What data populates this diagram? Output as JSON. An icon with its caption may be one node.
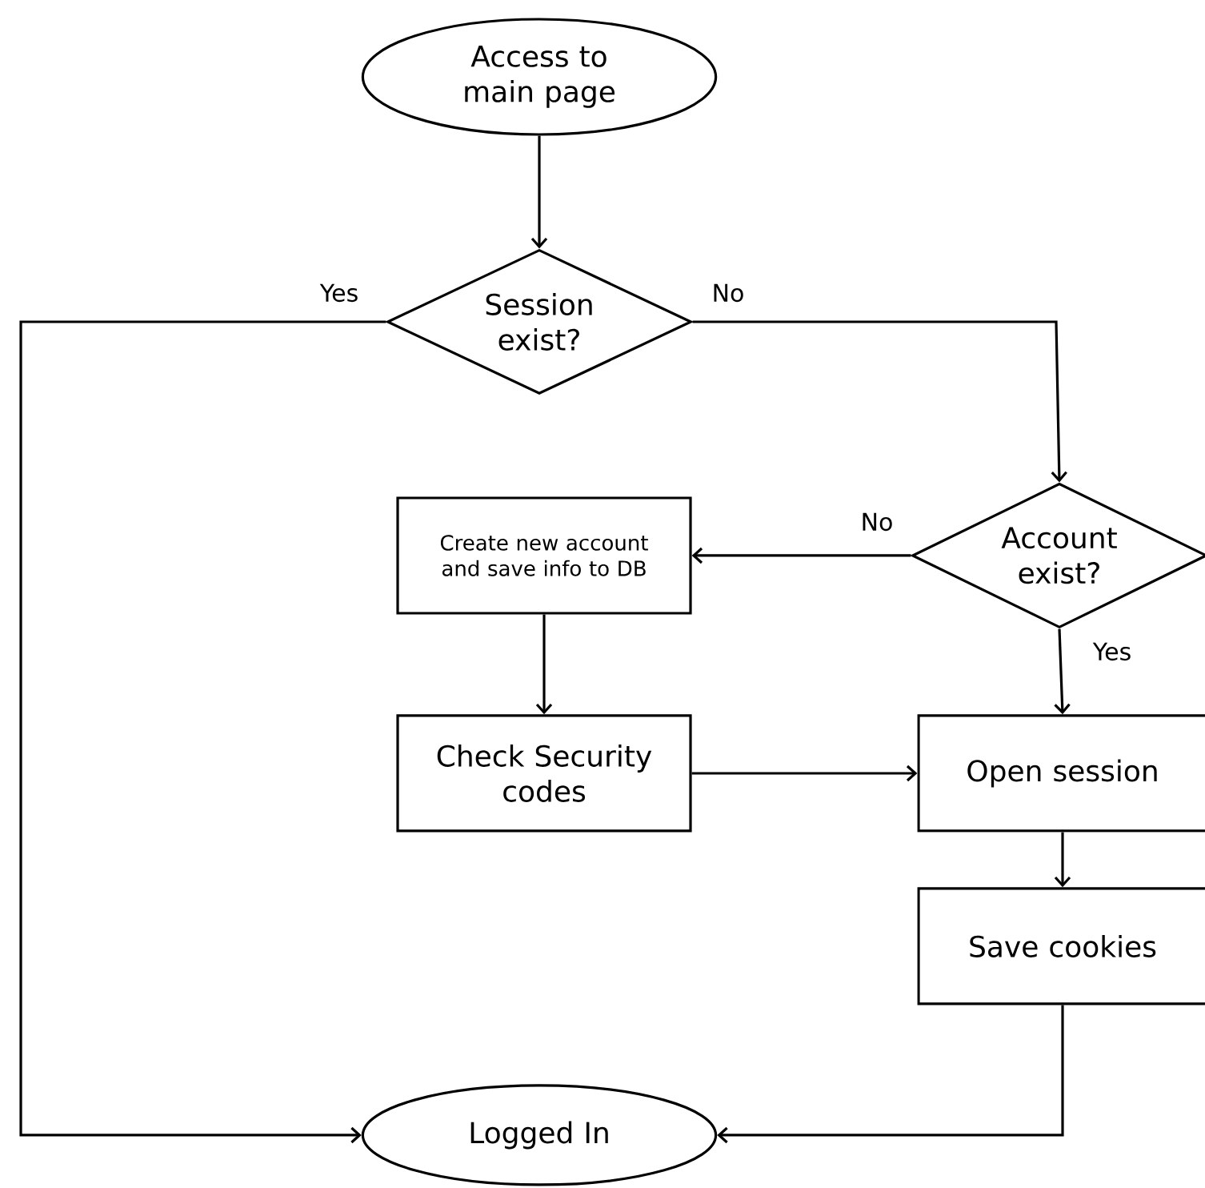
{
  "diagram": {
    "nodes": [
      {
        "text": [
          "Access to main page"
        ]
      },
      {
        "text": [
          "Session exist?"
        ]
      },
      {
        "text": [
          "Create new account and save info to DB"
        ]
      },
      {
        "text": [
          "Account exist?"
        ]
      },
      {
        "text": [
          "Check Security codes"
        ]
      },
      {
        "text": [
          "Open session"
        ]
      },
      {
        "text": [
          "Save cookies"
        ]
      },
      {
        "text": [
          "Logged In"
        ]
      }
    ],
    "edges": [
      {
        "from": 0,
        "to": 1,
        "arrow": "to"
      },
      {
        "from": 1,
        "to": 7,
        "arrow": "to",
        "label": "Yes"
      },
      {
        "from": 1,
        "to": 3,
        "arrow": "to",
        "label": "No"
      },
      {
        "from": 3,
        "to": 2,
        "arrow": "to",
        "label": "No"
      },
      {
        "from": 3,
        "to": 5,
        "arrow": "to",
        "label": "Yes"
      },
      {
        "from": 2,
        "to": 4,
        "arrow": "to"
      },
      {
        "from": 4,
        "to": 5,
        "arrow": "to"
      },
      {
        "from": 5,
        "to": 6,
        "arrow": "to"
      },
      {
        "from": 6,
        "to": 7,
        "arrow": "to"
      }
    ]
  }
}
